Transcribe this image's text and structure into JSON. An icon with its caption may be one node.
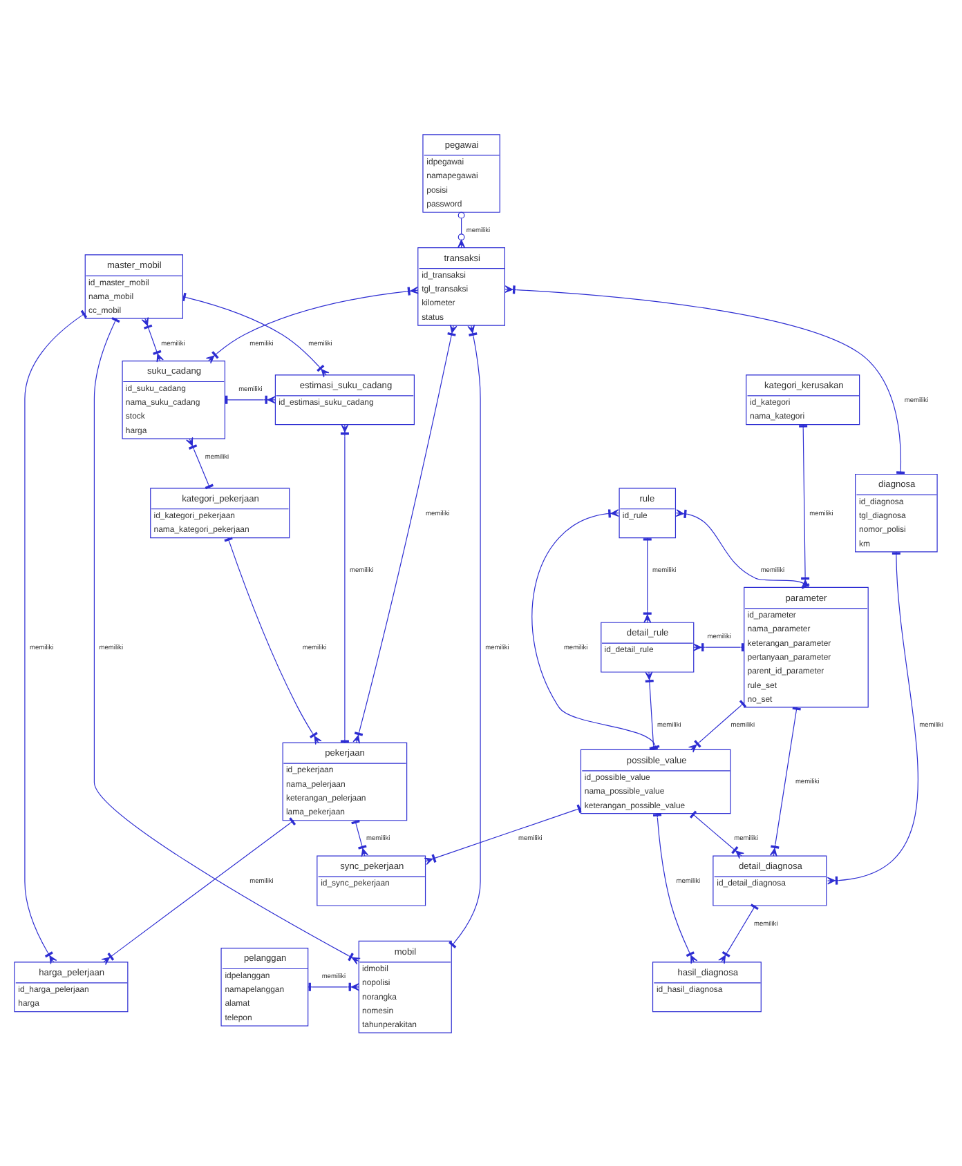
{
  "diagram": {
    "nodes": [
      {
        "text": [
          "pegawai",
          "idpegawai",
          "namapegawai",
          "posisi",
          "password"
        ]
      },
      {
        "text": [
          "transaksi",
          "id_transaksi",
          "tgl_transaksi",
          "kilometer",
          "status"
        ]
      },
      {
        "text": [
          "master_mobil",
          "id_master_mobil",
          "nama_mobil",
          "cc_mobil"
        ]
      },
      {
        "text": [
          "suku_cadang",
          "id_suku_cadang",
          "nama_suku_cadang",
          "stock",
          "harga"
        ]
      },
      {
        "text": [
          "estimasi_suku_cadang",
          "id_estimasi_suku_cadang"
        ]
      },
      {
        "text": [
          "kategori_kerusakan",
          "id_kategori",
          "nama_kategori"
        ]
      },
      {
        "text": [
          "rule",
          "id_rule"
        ]
      },
      {
        "text": [
          "diagnosa",
          "id_diagnosa",
          "tgl_diagnosa",
          "nomor_polisi",
          "km"
        ]
      },
      {
        "text": [
          "kategori_pekerjaan",
          "id_kategori_pekerjaan",
          "nama_kategori_pekerjaan"
        ]
      },
      {
        "text": [
          "detail_rule",
          "id_detail_rule"
        ]
      },
      {
        "text": [
          "parameter",
          "id_parameter",
          "nama_parameter",
          "keterangan_parameter",
          "pertanyaan_parameter",
          "parent_id_parameter",
          "rule_set",
          "no_set"
        ]
      },
      {
        "text": [
          "pekerjaan",
          "id_pekerjaan",
          "nama_pelerjaan",
          "keterangan_pelerjaan",
          "lama_pekerjaan"
        ]
      },
      {
        "text": [
          "possible_value",
          "id_possible_value",
          "nama_possible_value",
          "keterangan_possible_value"
        ]
      },
      {
        "text": [
          "sync_pekerjaan",
          "id_sync_pekerjaan"
        ]
      },
      {
        "text": [
          "detail_diagnosa",
          "id_detail_diagnosa"
        ]
      },
      {
        "text": [
          "hasil_diagnosa",
          "id_hasil_diagnosa"
        ]
      },
      {
        "text": [
          "harga_pelerjaan",
          "id_harga_pelerjaan",
          "harga"
        ]
      },
      {
        "text": [
          "pelanggan",
          "idpelanggan",
          "namapelanggan",
          "alamat",
          "telepon"
        ]
      },
      {
        "text": [
          "mobil",
          "idmobil",
          "nopolisi",
          "norangka",
          "nomesin",
          "tahunperakitan"
        ]
      }
    ],
    "edges": [
      {
        "from": 0,
        "to": 1,
        "arrow": "other",
        "label": "memiliki"
      },
      {
        "from": 1,
        "to": 18,
        "arrow": "other",
        "label": "memiliki"
      },
      {
        "from": 1,
        "to": 7,
        "arrow": "other",
        "label": "memiliki"
      },
      {
        "from": 1,
        "to": 3,
        "arrow": "other",
        "label": "memiliki"
      },
      {
        "from": 2,
        "to": 3,
        "arrow": "other",
        "label": "memiliki"
      },
      {
        "from": 3,
        "to": 4,
        "arrow": "other",
        "label": "memiliki"
      },
      {
        "from": 2,
        "to": 4,
        "arrow": "other",
        "label": "memiliki"
      },
      {
        "from": 4,
        "to": 11,
        "arrow": "other",
        "label": "memiliki"
      },
      {
        "from": 3,
        "to": 8,
        "arrow": "other",
        "label": "memiliki"
      },
      {
        "from": 8,
        "to": 11,
        "arrow": "other",
        "label": "memiliki"
      },
      {
        "from": 1,
        "to": 11,
        "arrow": "other",
        "label": "memiliki"
      },
      {
        "from": 11,
        "to": 13,
        "arrow": "other",
        "label": "memiliki"
      },
      {
        "from": 11,
        "to": 16,
        "arrow": "other",
        "label": "memiliki"
      },
      {
        "from": 5,
        "to": 10,
        "arrow": "other",
        "label": "memiliki"
      },
      {
        "from": 6,
        "to": 10,
        "arrow": "other",
        "label": "memiliki"
      },
      {
        "from": 6,
        "to": 9,
        "arrow": "other",
        "label": "memiliki"
      },
      {
        "from": 9,
        "to": 10,
        "arrow": "other",
        "label": "memiliki"
      },
      {
        "from": 9,
        "to": 12,
        "arrow": "other",
        "label": "memiliki"
      },
      {
        "from": 10,
        "to": 12,
        "arrow": "other",
        "label": "memiliki"
      },
      {
        "from": 6,
        "to": 12,
        "arrow": "other",
        "label": "memiliki"
      },
      {
        "from": 12,
        "to": 13,
        "arrow": "other",
        "label": "memiliki"
      },
      {
        "from": 12,
        "to": 15,
        "arrow": "other",
        "label": "memiliki"
      },
      {
        "from": 12,
        "to": 14,
        "arrow": "other",
        "label": "memiliki"
      },
      {
        "from": 10,
        "to": 14,
        "arrow": "other",
        "label": "memiliki"
      },
      {
        "from": 7,
        "to": 14,
        "arrow": "other",
        "label": "memiliki"
      },
      {
        "from": 14,
        "to": 15,
        "arrow": "other",
        "label": "memiliki"
      },
      {
        "from": 2,
        "to": 16,
        "arrow": "other",
        "label": "memiliki"
      },
      {
        "from": 2,
        "to": 18,
        "arrow": "other",
        "label": "memiliki"
      },
      {
        "from": 17,
        "to": 18,
        "arrow": "other",
        "label": "memiliki"
      }
    ]
  }
}
